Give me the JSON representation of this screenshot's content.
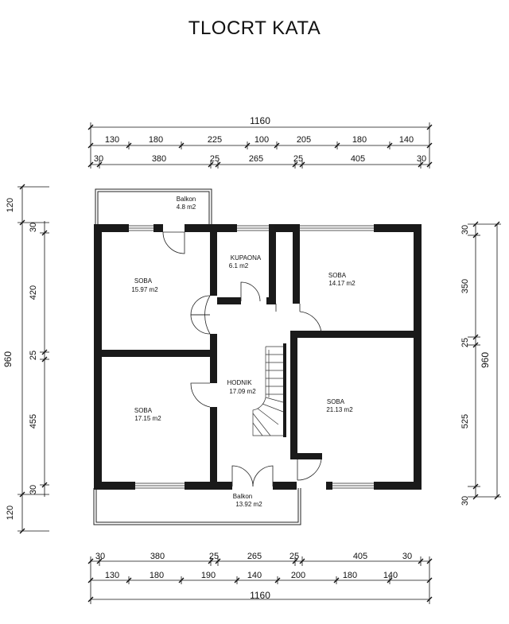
{
  "title": "TLOCRT KATA",
  "rooms": {
    "balkon_top": {
      "name": "Balkon",
      "area": "4.8 m2"
    },
    "soba_nw": {
      "name": "SOBA",
      "area": "15.97 m2"
    },
    "kupaona": {
      "name": "KUPAONA",
      "area": "6.1 m2"
    },
    "soba_ne": {
      "name": "SOBA",
      "area": "14.17 m2"
    },
    "hodnik": {
      "name": "HODNIK",
      "area": "17.09 m2"
    },
    "soba_sw": {
      "name": "SOBA",
      "area": "17.15 m2"
    },
    "soba_se": {
      "name": "SOBA",
      "area": "21.13 m2"
    },
    "balkon_bottom": {
      "name": "Balkon",
      "area": "13.92 m2"
    }
  },
  "dimensions": {
    "top_total": "1160",
    "top_row1": [
      "130",
      "180",
      "225",
      "100",
      "205",
      "180",
      "140"
    ],
    "top_row2": [
      "30",
      "380",
      "25",
      "265",
      "25",
      "405",
      "30"
    ],
    "left_total": "960",
    "left_segments": [
      "120",
      "30",
      "420",
      "25",
      "455",
      "30",
      "120"
    ],
    "right_total": "960",
    "right_segments": [
      "30",
      "350",
      "25",
      "525",
      "30"
    ],
    "bottom_row1": [
      "30",
      "380",
      "25",
      "265",
      "25",
      "405",
      "30"
    ],
    "bottom_row2": [
      "130",
      "180",
      "190",
      "140",
      "200",
      "180",
      "140"
    ],
    "bottom_total": "1160"
  }
}
